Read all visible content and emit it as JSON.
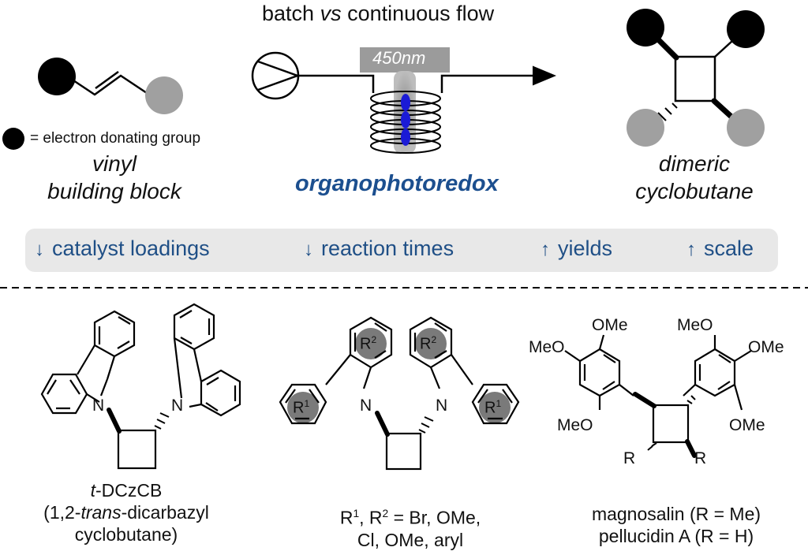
{
  "header": {
    "title_pre": "batch ",
    "title_vs": "vs",
    "title_post": " continuous flow"
  },
  "reactor": {
    "wavelength": "450nm",
    "label": "organophotoredox"
  },
  "left": {
    "legend": "= electron donating group",
    "label_line1": "vinyl",
    "label_line2": "building block"
  },
  "right": {
    "label_line1": "dimeric",
    "label_line2": "cyclobutane"
  },
  "banner": {
    "items": [
      {
        "arrow": "↓",
        "text": "catalyst loadings"
      },
      {
        "arrow": "↓",
        "text": "reaction times"
      },
      {
        "arrow": "↑",
        "text": "yields"
      },
      {
        "arrow": "↑",
        "text": "scale"
      }
    ]
  },
  "structures": {
    "atom_N": "N",
    "r1": "R",
    "r1_sup": "1",
    "r2": "R",
    "r2_sup": "2",
    "meo": "MeO",
    "ome": "OMe",
    "r": "R"
  },
  "captions": {
    "c1_line1_italic": "t",
    "c1_line1_rest": "-DCzCB",
    "c1_line2_pre": "(1,2-",
    "c1_line2_italic": "trans",
    "c1_line2_post": "-dicarbazyl",
    "c1_line3": "cyclobutane)",
    "c2_line1_post": " = Br, OMe,",
    "c2_line2": "Cl, OMe, aryl",
    "c3_line1": "magnosalin (R = Me)",
    "c3_line2": "pellucidin A (R = H)"
  },
  "colors": {
    "accent": "#1c4f8f",
    "banner_bg": "#e8e8e8",
    "ewg_gray": "#a0a0a0",
    "donor": "#000000"
  }
}
